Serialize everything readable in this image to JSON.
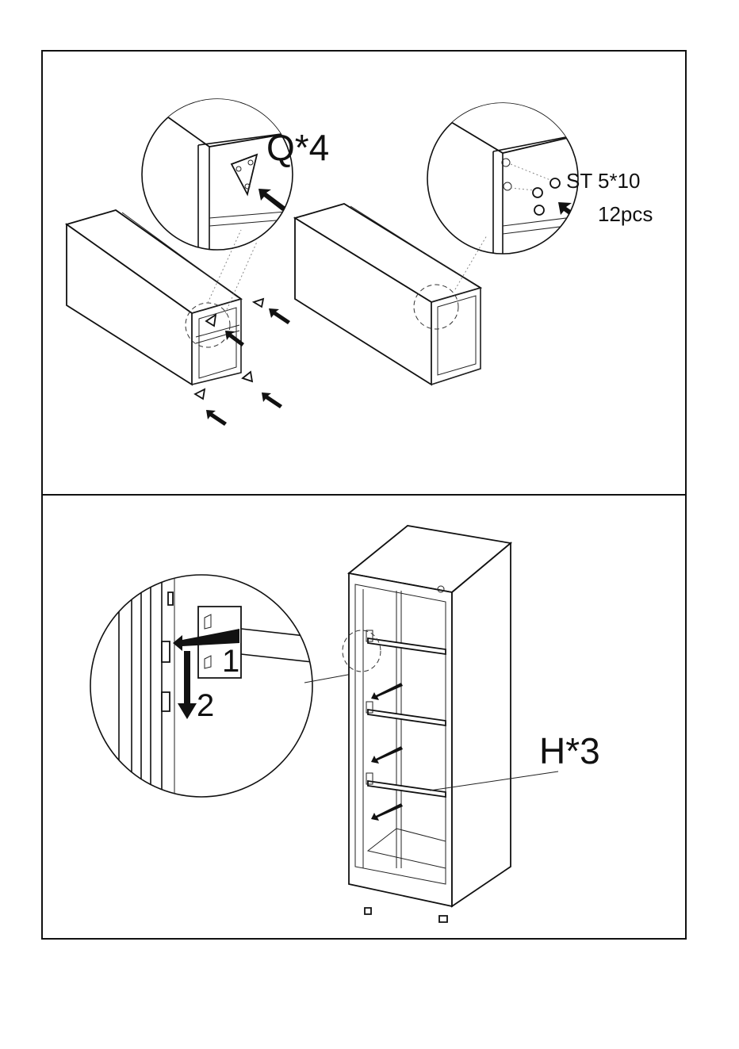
{
  "step1": {
    "bracket_label": "Q*4",
    "screw_label": "ST 5*10",
    "screw_qty": "12pcs"
  },
  "step2": {
    "shelf_label": "H*3",
    "action_1": "1",
    "action_2": "2"
  },
  "colors": {
    "line": "#111111",
    "background": "#ffffff"
  }
}
